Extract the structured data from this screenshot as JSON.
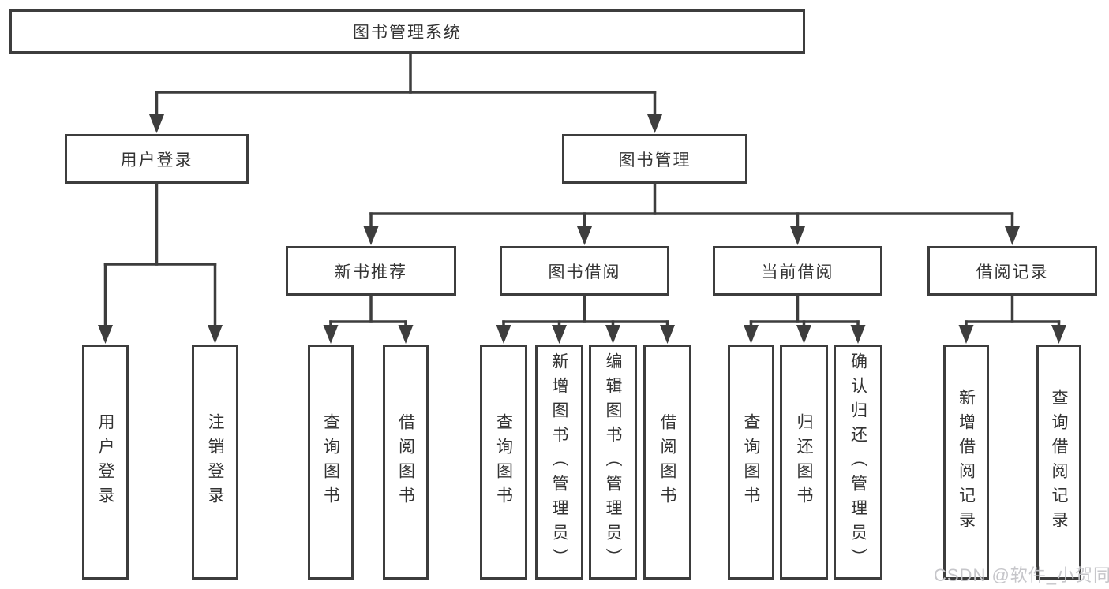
{
  "diagram": {
    "type": "hierarchy-tree",
    "title": "图书管理系统",
    "watermark": "CSDN @软件_小贺同学",
    "colors": {
      "line": "#3d3d3d",
      "text": "#333333",
      "watermark": "#c6c6ca",
      "background": "#ffffff"
    },
    "nodes": [
      {
        "id": "root",
        "label": "图书管理系统",
        "parent": null,
        "orientation": "horizontal"
      },
      {
        "id": "login",
        "label": "用户登录",
        "parent": "root",
        "orientation": "horizontal"
      },
      {
        "id": "manage",
        "label": "图书管理",
        "parent": "root",
        "orientation": "horizontal"
      },
      {
        "id": "rec",
        "label": "新书推荐",
        "parent": "manage",
        "orientation": "horizontal"
      },
      {
        "id": "borrow",
        "label": "图书借阅",
        "parent": "manage",
        "orientation": "horizontal"
      },
      {
        "id": "current",
        "label": "当前借阅",
        "parent": "manage",
        "orientation": "horizontal"
      },
      {
        "id": "records",
        "label": "借阅记录",
        "parent": "manage",
        "orientation": "horizontal"
      },
      {
        "id": "login-user",
        "label": "用户登录",
        "parent": "login",
        "orientation": "vertical"
      },
      {
        "id": "login-logout",
        "label": "注销登录",
        "parent": "login",
        "orientation": "vertical"
      },
      {
        "id": "rec-query",
        "label": "查询图书",
        "parent": "rec",
        "orientation": "vertical"
      },
      {
        "id": "rec-borrow",
        "label": "借阅图书",
        "parent": "rec",
        "orientation": "vertical"
      },
      {
        "id": "borrow-query",
        "label": "查询图书",
        "parent": "borrow",
        "orientation": "vertical"
      },
      {
        "id": "borrow-add",
        "label": "新增图书（管理员）",
        "parent": "borrow",
        "orientation": "vertical"
      },
      {
        "id": "borrow-edit",
        "label": "编辑图书（管理员）",
        "parent": "borrow",
        "orientation": "vertical"
      },
      {
        "id": "borrow-borrow",
        "label": "借阅图书",
        "parent": "borrow",
        "orientation": "vertical"
      },
      {
        "id": "current-query",
        "label": "查询图书",
        "parent": "current",
        "orientation": "vertical"
      },
      {
        "id": "current-return",
        "label": "归还图书",
        "parent": "current",
        "orientation": "vertical"
      },
      {
        "id": "current-confirm",
        "label": "确认归还（管理员）",
        "parent": "current",
        "orientation": "vertical"
      },
      {
        "id": "records-add",
        "label": "新增借阅记录",
        "parent": "records",
        "orientation": "vertical"
      },
      {
        "id": "records-query",
        "label": "查询借阅记录",
        "parent": "records",
        "orientation": "vertical"
      }
    ]
  }
}
